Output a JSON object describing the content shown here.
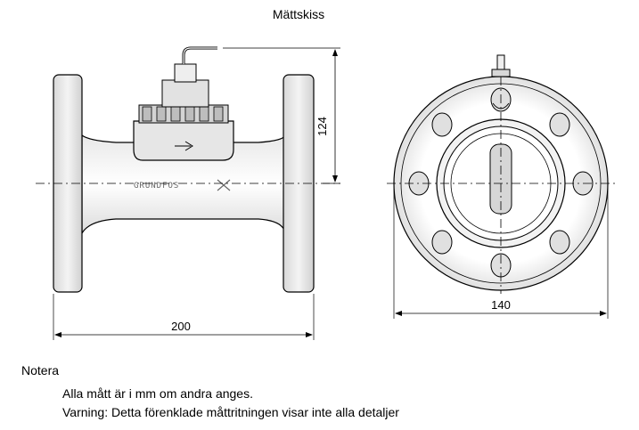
{
  "title": "Mättskiss",
  "dimensions": {
    "length": "200",
    "height": "124",
    "flange_diameter": "140"
  },
  "logo": "GRUNDFOS",
  "notes": {
    "heading": "Notera",
    "lines": [
      "Alla mått är i mm om andra anges.",
      "Varning: Detta förenklade måttritningen visar inte alla detaljer"
    ]
  }
}
